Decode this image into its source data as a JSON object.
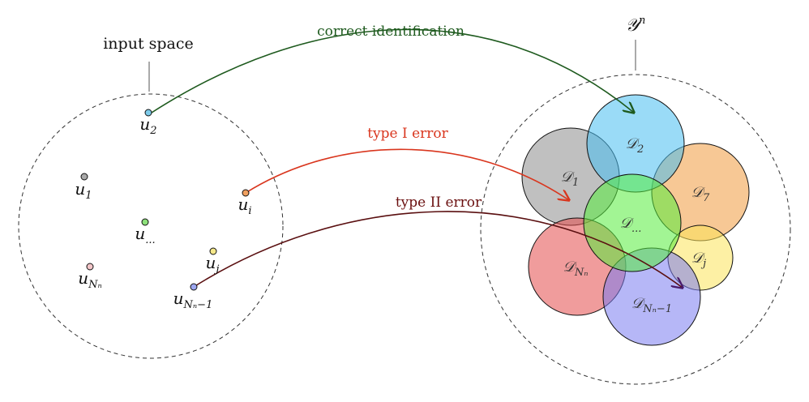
{
  "input_space": {
    "title": "input space"
  },
  "output_space": {
    "title": "𝒴",
    "exponent": "n"
  },
  "points": [
    {
      "id": "u2",
      "base": "u",
      "sub": "2",
      "color": "#7ecbea"
    },
    {
      "id": "u1",
      "base": "u",
      "sub": "1",
      "color": "#a9a9a9"
    },
    {
      "id": "ui",
      "base": "u",
      "sub": "i",
      "color": "#f0a060"
    },
    {
      "id": "udots",
      "base": "u",
      "sub": "...",
      "color": "#8de07a"
    },
    {
      "id": "uj",
      "base": "u",
      "sub": "j",
      "color": "#f5e88a"
    },
    {
      "id": "uNn",
      "base": "u",
      "sub": "Nₙ",
      "color": "#f3c6c9"
    },
    {
      "id": "uNn1",
      "base": "u",
      "sub": "Nₙ−1",
      "color": "#9da6f0"
    }
  ],
  "decoding_regions": [
    {
      "id": "D1",
      "base": "𝒟",
      "sub": "1",
      "fill": "#8c8c8c"
    },
    {
      "id": "D7",
      "base": "𝒟",
      "sub": "7",
      "fill": "#f09a3e"
    },
    {
      "id": "D2",
      "base": "𝒟",
      "sub": "2",
      "fill": "#47bdf0"
    },
    {
      "id": "DNn",
      "base": "𝒟",
      "sub": "Nₙ",
      "fill": "#e34b4b"
    },
    {
      "id": "Dj",
      "base": "𝒟",
      "sub": "j",
      "fill": "#fbe45a"
    },
    {
      "id": "DNn1",
      "base": "𝒟",
      "sub": "Nₙ−1",
      "fill": "#7a7cf0"
    },
    {
      "id": "Ddots",
      "base": "𝒟",
      "sub": "...",
      "fill": "#56ec3c"
    }
  ],
  "arrows": [
    {
      "id": "correct",
      "label": "correct identification",
      "color": "#1e5a1e"
    },
    {
      "id": "type1",
      "label": "type I error",
      "color": "#d9361e"
    },
    {
      "id": "type2",
      "label": "type II error",
      "color": "#6a0f0f"
    }
  ]
}
